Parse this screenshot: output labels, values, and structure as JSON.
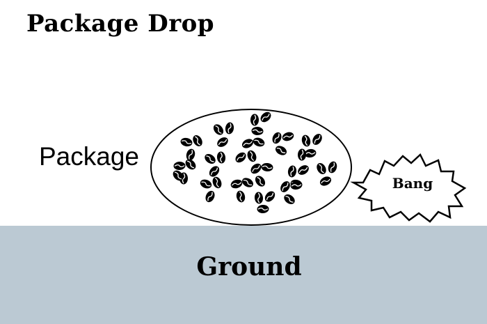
{
  "title": "Package Drop",
  "package_label": "Package",
  "bang_label": "Bang",
  "ground_label": "Ground",
  "colors": {
    "ground": "#bbc9d3",
    "ink": "#000000",
    "background": "#ffffff"
  }
}
